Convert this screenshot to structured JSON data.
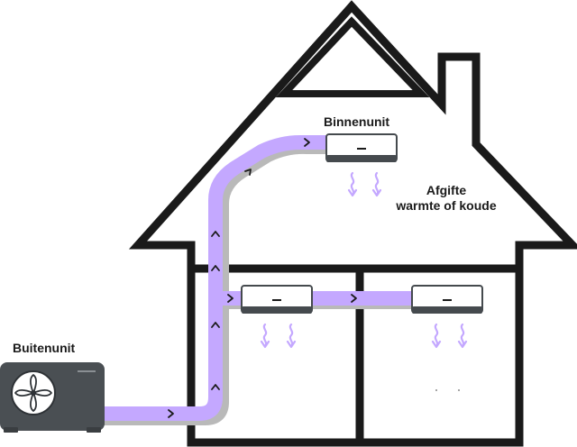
{
  "labels": {
    "outdoor_unit": "Buitenunit",
    "indoor_unit": "Binnenunit",
    "output_line1": "Afgifte",
    "output_line2": "warmte of koude"
  },
  "colors": {
    "house_outline": "#1a1a1a",
    "pipe": "#c4a8ff",
    "pipe_shadow": "#b9b9b9",
    "indoor_unit_body": "#ffffff",
    "indoor_unit_base": "#454a4e",
    "outdoor_unit_body": "#4a4f53",
    "airflow": "#c4a8ff"
  },
  "icons": {
    "outdoor_unit": "fan-icon",
    "airflow": "wavy-arrow-down-icon",
    "flow_direction": "chevron-icon"
  }
}
